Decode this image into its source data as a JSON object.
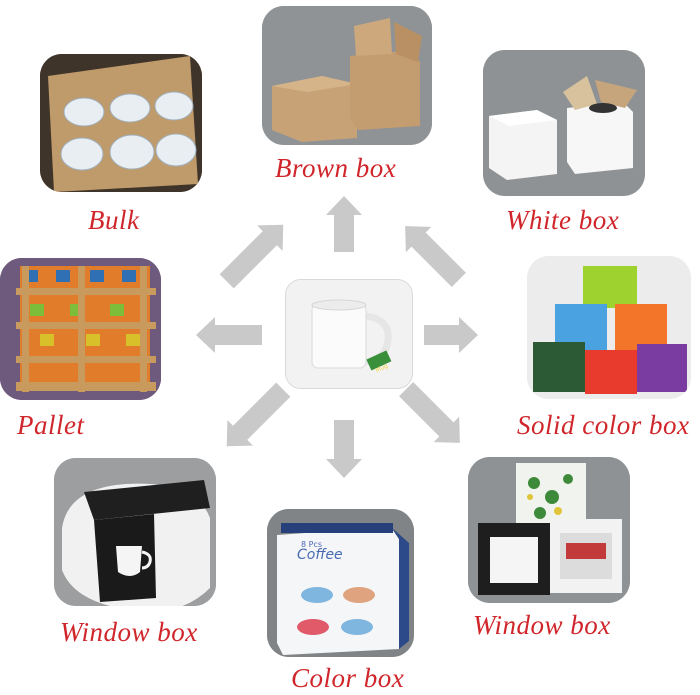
{
  "center": {
    "tag_text": "Mug"
  },
  "packages": [
    {
      "id": "brown-box",
      "label": "Brown box"
    },
    {
      "id": "white-box",
      "label": "White box"
    },
    {
      "id": "solid-color-box",
      "label": "Solid color box"
    },
    {
      "id": "window-box-right",
      "label": "Window box"
    },
    {
      "id": "color-box",
      "label": "Color box"
    },
    {
      "id": "window-box-left",
      "label": "Window box"
    },
    {
      "id": "pallet",
      "label": "Pallet"
    },
    {
      "id": "bulk",
      "label": "Bulk"
    }
  ],
  "color_box": {
    "brand": "Coffee",
    "sub": "8 Pcs"
  },
  "colors": {
    "label": "#d0262b",
    "arrow": "#c8c8c8"
  }
}
